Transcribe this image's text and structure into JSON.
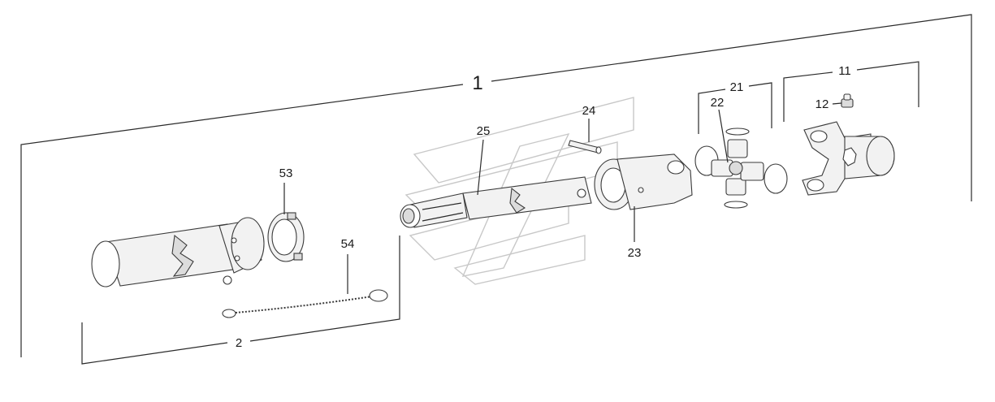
{
  "callouts": {
    "assembly": "1",
    "guard": "2",
    "yoke_tube": "11",
    "grease_nipple": "12",
    "cross_kit": "21",
    "cross": "22",
    "yoke_splined": "23",
    "pin": "24",
    "profile_tube": "25",
    "bearing_ring": "53",
    "chain": "54"
  }
}
